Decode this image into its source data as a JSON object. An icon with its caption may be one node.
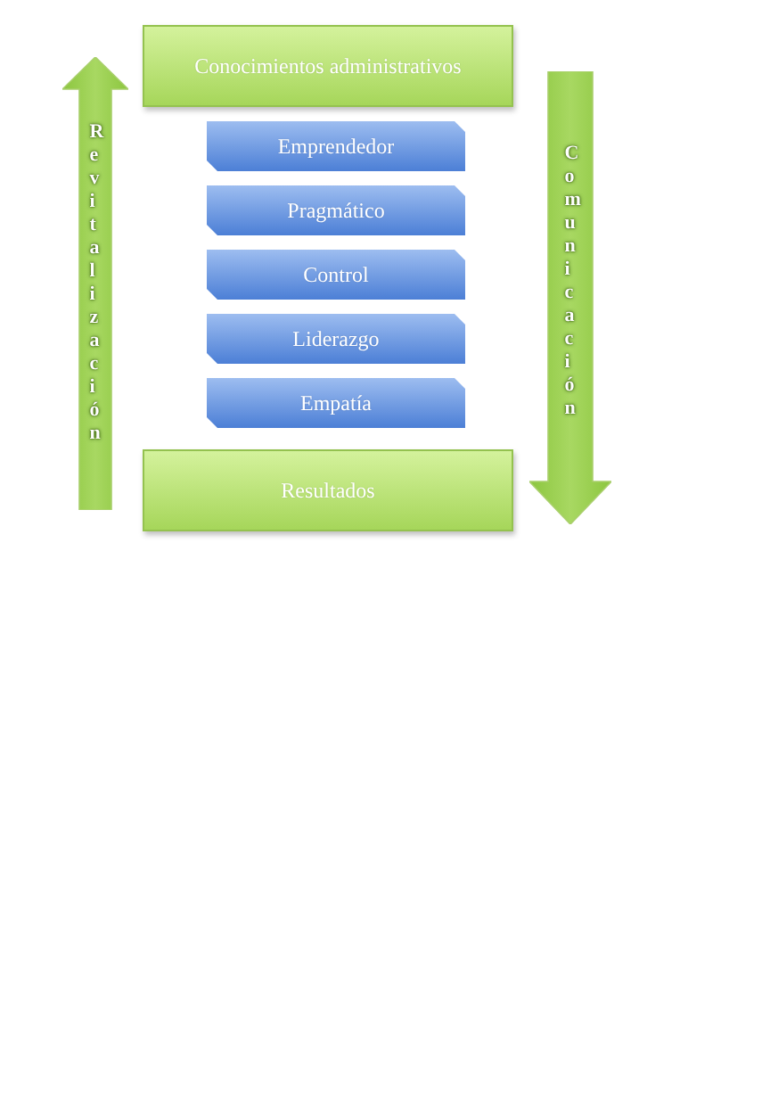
{
  "diagram": {
    "nodes": [
      {
        "text": [
          "Conocimientos administrativos"
        ]
      },
      {
        "text": [
          "Revitalización"
        ]
      },
      {
        "text": [
          "Comunicación"
        ]
      },
      {
        "text": [
          "Emprendedor"
        ]
      },
      {
        "text": [
          "Pragmático"
        ]
      },
      {
        "text": [
          "Control"
        ]
      },
      {
        "text": [
          "Liderazgo"
        ]
      },
      {
        "text": [
          "Empatía"
        ]
      },
      {
        "text": [
          "Resultados"
        ]
      }
    ]
  }
}
